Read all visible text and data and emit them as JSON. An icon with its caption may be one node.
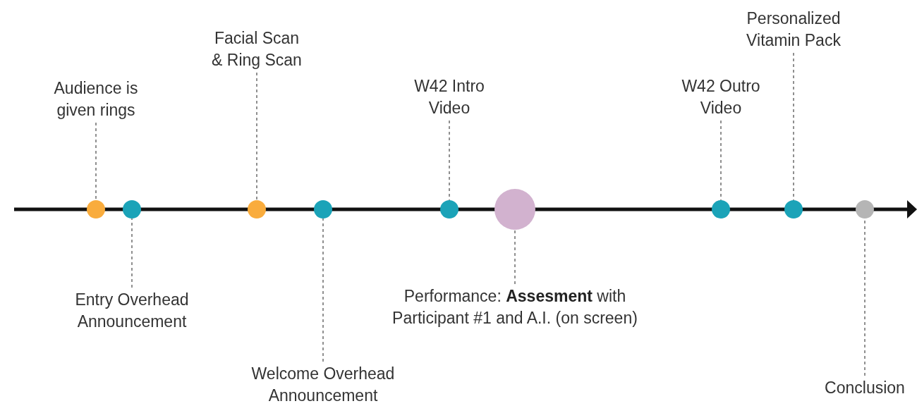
{
  "diagram": {
    "nodes": [
      {
        "text": [
          "Audience is given rings"
        ]
      },
      {
        "text": [],
        "shape": "circle"
      },
      {
        "text": [],
        "shape": "circle"
      },
      {
        "text": [
          "Entry Overhead Announcement"
        ]
      },
      {
        "text": [
          "Facial Scan & Ring Scan"
        ]
      },
      {
        "text": [],
        "shape": "circle"
      },
      {
        "text": [],
        "shape": "circle"
      },
      {
        "text": [
          "Welcome Overhead Announcement"
        ]
      },
      {
        "text": [
          "W42 Intro Video"
        ]
      },
      {
        "text": [],
        "shape": "circle"
      },
      {
        "text": [],
        "shape": "circle"
      },
      {
        "text": [
          "Performance: **Assesment** with Participant #1 and A.I. (on screen)"
        ]
      },
      {
        "text": [
          "W42 Outro Video"
        ]
      },
      {
        "text": [],
        "shape": "circle"
      },
      {
        "text": [
          "Personalized Vitamin Pack"
        ]
      },
      {
        "text": [],
        "shape": "circle"
      },
      {
        "text": [],
        "shape": "circle"
      },
      {
        "text": [
          "Conclusion"
        ]
      }
    ],
    "edges": [
      {
        "from": 0,
        "to": 1,
        "arrow": "none",
        "style": "dashed"
      },
      {
        "from": 3,
        "to": 2,
        "arrow": "none",
        "style": "dashed"
      },
      {
        "from": 4,
        "to": 5,
        "arrow": "none",
        "style": "dashed"
      },
      {
        "from": 7,
        "to": 6,
        "arrow": "none",
        "style": "dashed"
      },
      {
        "from": 8,
        "to": 9,
        "arrow": "none",
        "style": "dashed"
      },
      {
        "from": 11,
        "to": 10,
        "arrow": "none",
        "style": "dashed"
      },
      {
        "from": 12,
        "to": 13,
        "arrow": "none",
        "style": "dashed"
      },
      {
        "from": 14,
        "to": 15,
        "arrow": "none",
        "style": "dashed"
      },
      {
        "from": 17,
        "to": 16,
        "arrow": "none",
        "style": "dashed"
      }
    ]
  }
}
